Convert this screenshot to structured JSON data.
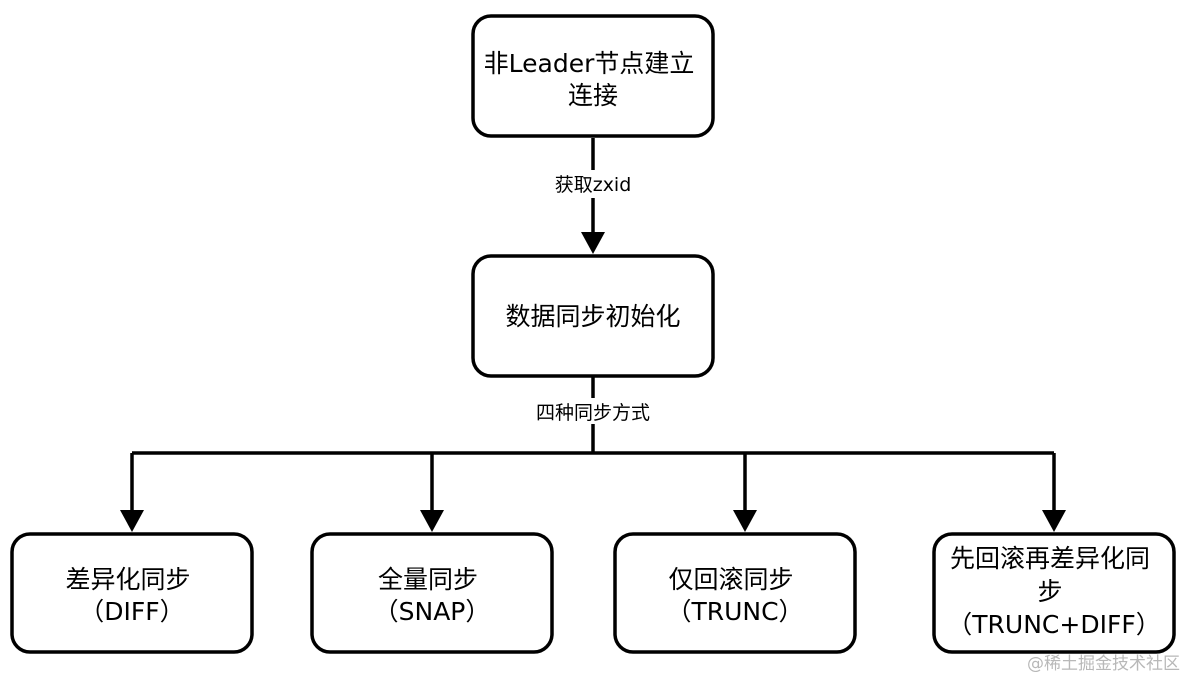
{
  "nodes": {
    "connect": {
      "lines": [
        "非Leader节点建立",
        "连接"
      ]
    },
    "init": {
      "lines": [
        "数据同步初始化"
      ]
    },
    "diff": {
      "lines": [
        "差异化同步",
        "（DIFF）"
      ]
    },
    "snap": {
      "lines": [
        "全量同步",
        "（SNAP）"
      ]
    },
    "trunc": {
      "lines": [
        "仅回滚同步",
        "（TRUNC）"
      ]
    },
    "trunc_diff": {
      "lines": [
        "先回滚再差异化同",
        "步",
        "（TRUNC+DIFF）"
      ]
    }
  },
  "edges": {
    "get_zxid": "获取zxid",
    "four_modes": "四种同步方式"
  },
  "watermark": "@稀土掘金技术社区"
}
